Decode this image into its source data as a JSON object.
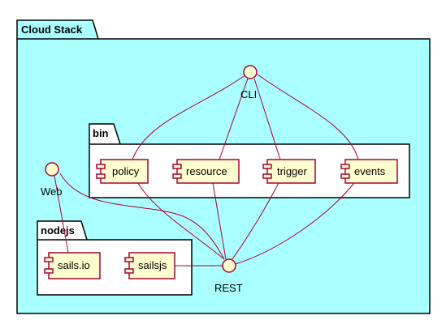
{
  "packages": {
    "cloud_stack": "Cloud Stack",
    "bin": "bin",
    "nodejs": "nodejs"
  },
  "interfaces": {
    "cli": "CLI",
    "web": "Web",
    "rest": "REST"
  },
  "components": {
    "policy": "policy",
    "resource": "resource",
    "trigger": "trigger",
    "events": "events",
    "sails_io": "sails.io",
    "sailsjs": "sailsjs"
  },
  "colors": {
    "cloud_bg": "#AAFFFF",
    "component_fill": "#FEFECE",
    "border": "#A80036",
    "package_inner_bg": "#FFFFFF"
  }
}
